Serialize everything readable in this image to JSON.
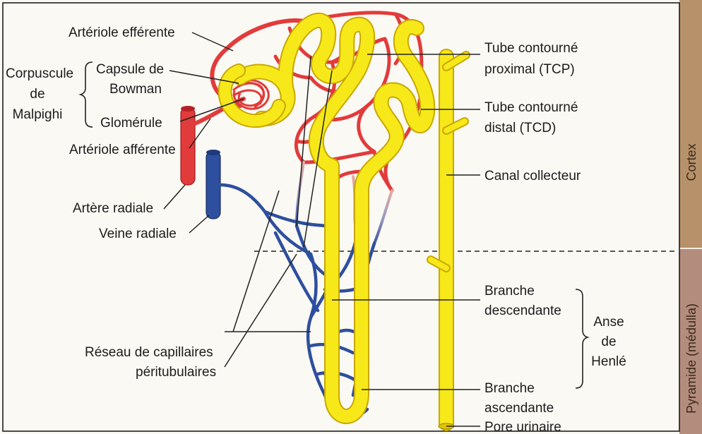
{
  "labels": {
    "arteriole_efferente": "Artériole efférente",
    "corpuscule_line1": "Corpuscule",
    "corpuscule_line2": "de",
    "corpuscule_line3": "Malpighi",
    "capsule_line1": "Capsule de",
    "capsule_line2": "Bowman",
    "glomerule": "Glomérule",
    "arteriole_afferente": "Artériole afférente",
    "artere_radiale": "Artère radiale",
    "veine_radiale": "Veine radiale",
    "reseau_line1": "Réseau de capillaires",
    "reseau_line2": "péritubulaires",
    "tcp_line1": "Tube contourné",
    "tcp_line2": "proximal (TCP)",
    "tcd_line1": "Tube contourné",
    "tcd_line2": "distal (TCD)",
    "canal_collecteur": "Canal collecteur",
    "branche_desc_line1": "Branche",
    "branche_desc_line2": "descendante",
    "branche_asc_line1": "Branche",
    "branche_asc_line2": "ascendante",
    "anse_line1": "Anse",
    "anse_line2": "de",
    "anse_line3": "Henlé",
    "pore_urinaire": "Pore urinaire"
  },
  "side_bands": {
    "cortex": "Cortex",
    "pyramide": "Pyramide (médulla)"
  },
  "colors": {
    "tubule": "#f7e81a",
    "tubule_edge": "#c9a800",
    "artery": "#e23b3b",
    "artery_dark": "#b71f24",
    "vein": "#2e4f9e",
    "cortex_band": "#b6916a",
    "pyramide_band": "#b48c7d"
  }
}
